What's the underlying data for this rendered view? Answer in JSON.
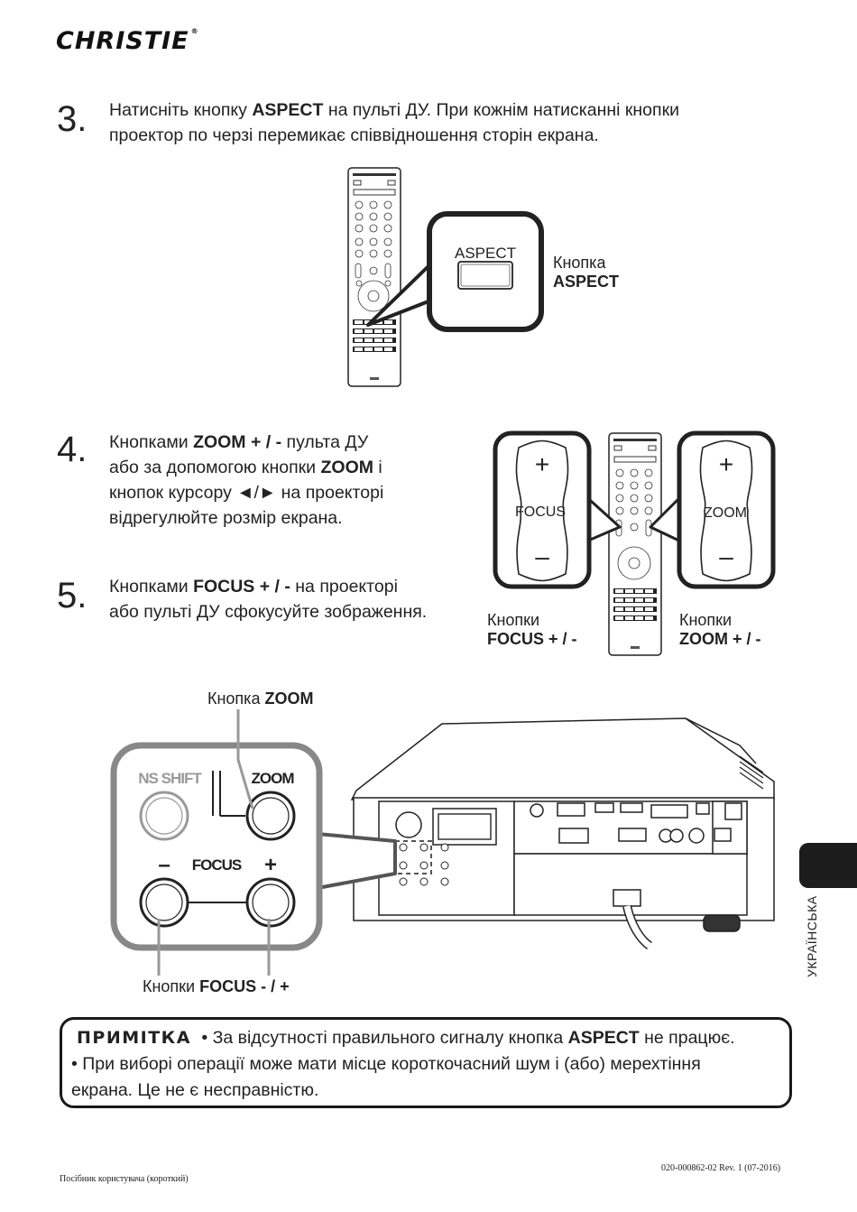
{
  "header": {
    "brand": "CHRISTIE"
  },
  "step3": {
    "number": "3.",
    "line1_pre": "Натисніть кнопку ",
    "line1_bold": "ASPECT",
    "line1_post": " на пульті ДУ. При кожнім натисканні кнопки",
    "line2": "проектор по черзі перемикає співвідношення сторін екрана."
  },
  "fig1": {
    "callout_key": "ASPECT",
    "label_line1": "Кнопка",
    "label_line2": "ASPECT"
  },
  "step4": {
    "number": "4.",
    "l1_pre": "Кнопками ",
    "l1_bold": "ZOOM + / -",
    "l1_post": " пульта ДУ",
    "l2_pre": "або за допомогою кнопки ",
    "l2_bold": "ZOOM",
    "l2_post": " і",
    "l3": "кнопок курсору ◄/► на проекторі",
    "l4": "відрегулюйте розмір екрана."
  },
  "step5": {
    "number": "5.",
    "l1_pre": "Кнопками ",
    "l1_bold": "FOCUS + / -",
    "l1_post": " на проекторі",
    "l2": "або пульті ДУ сфокусуйте зображення."
  },
  "fig2": {
    "focus_key": "FOCUS",
    "zoom_key": "ZOOM",
    "plus": "+",
    "minus": "–",
    "left_label_line1": "Кнопки",
    "left_label_line2": "FOCUS + / -",
    "right_label_line1": "Кнопки",
    "right_label_line2": "ZOOM + / -"
  },
  "fig3": {
    "zoom_label_pre": "Кнопка ",
    "zoom_label_bold": "ZOOM",
    "ns_shift": "NS SHIFT",
    "zoom_key": "ZOOM",
    "focus_key": "FOCUS",
    "minus": "–",
    "plus": "+",
    "focus_label_pre": "Кнопки ",
    "focus_label_bold": "FOCUS - / +"
  },
  "note": {
    "title": "ПРИМІТКА",
    "l1_pre": " • За відсутності правильного сигналу кнопка ",
    "l1_bold": "ASPECT",
    "l1_post": " не працює.",
    "l2": "• При виборі операції може мати місце короткочасний шум і (або) мерехтіння",
    "l3": "екрана. Це не є несправністю."
  },
  "side_tab": {
    "label": "УКРАЇНСЬКА"
  },
  "footer": {
    "doc_number": "020-000862-02 Rev. 1 (07-2016)",
    "guide_title": "Посібник користувача (короткий)"
  }
}
